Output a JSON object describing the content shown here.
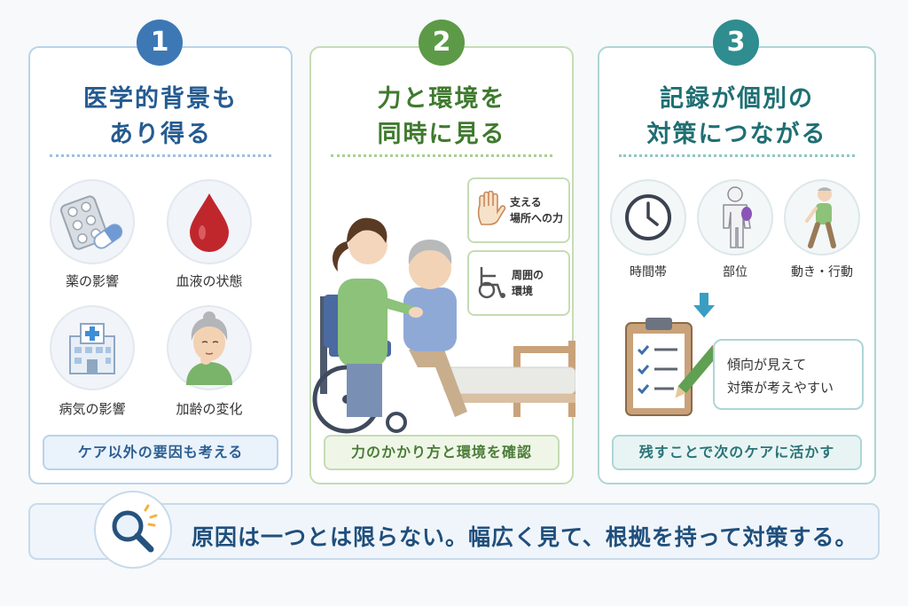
{
  "colors": {
    "card1_accent": "#3d78b5",
    "card2_accent": "#5c9a48",
    "card3_accent": "#2f8c8f",
    "banner_text": "#1f4f7c"
  },
  "cards": [
    {
      "number": "1",
      "title_line1": "医学的背景も",
      "title_line2": "あり得る",
      "items": [
        {
          "label": "薬の影響",
          "icon": "pills-icon"
        },
        {
          "label": "血液の状態",
          "icon": "blood-drop-icon"
        },
        {
          "label": "病気の影響",
          "icon": "hospital-icon"
        },
        {
          "label": "加齢の変化",
          "icon": "elderly-woman-icon"
        }
      ],
      "footer": "ケア以外の要因も考える"
    },
    {
      "number": "2",
      "title_line1": "力と環境を",
      "title_line2": "同時に見る",
      "boxes": [
        {
          "label_line1": "支える",
          "label_line2": "場所への力",
          "icon": "hand-icon"
        },
        {
          "label_line1": "周囲の",
          "label_line2": "環境",
          "icon": "wheelchair-icon"
        }
      ],
      "illustration": "caregiver-assisting-elderly-icon",
      "footer": "力のかかり方と環境を確認"
    },
    {
      "number": "3",
      "title_line1": "記録が個別の",
      "title_line2": "対策につながる",
      "items": [
        {
          "label": "時間帯",
          "icon": "clock-icon"
        },
        {
          "label": "部位",
          "icon": "body-part-icon"
        },
        {
          "label": "動き・行動",
          "icon": "walking-person-icon"
        }
      ],
      "note_line1": "傾向が見えて",
      "note_line2": "対策が考えやすい",
      "footer": "残すことで次のケアに活かす"
    }
  ],
  "banner": {
    "text": "原因は一つとは限らない。幅広く見て、根拠を持って対策する。",
    "icon": "magnifier-icon"
  }
}
